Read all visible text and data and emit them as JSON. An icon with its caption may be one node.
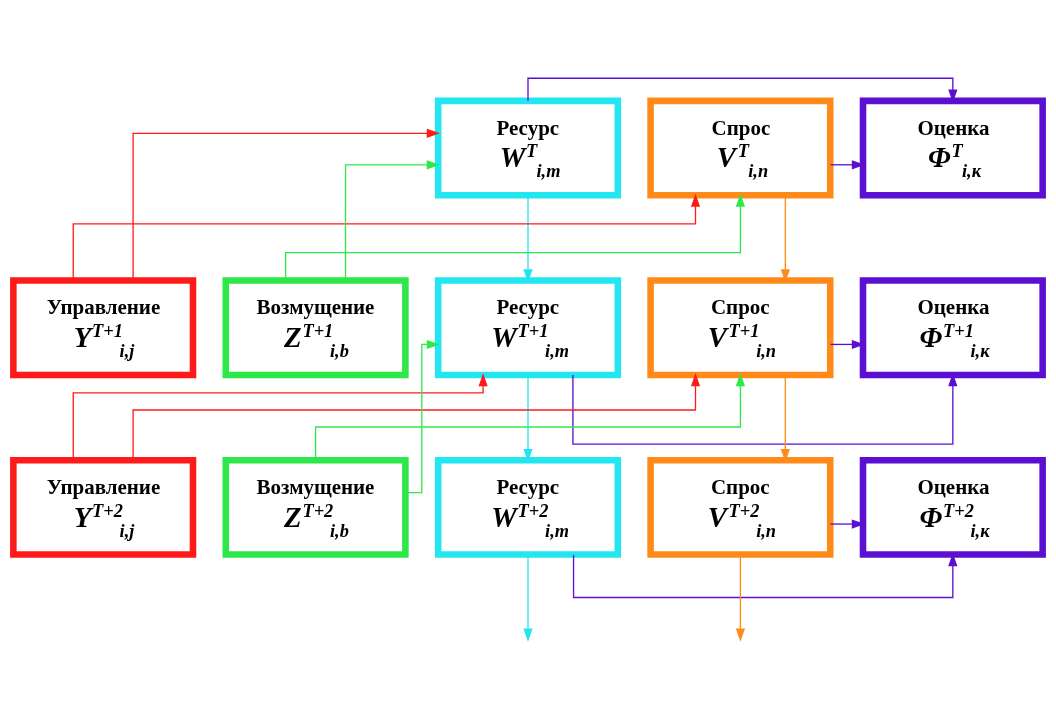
{
  "diagram": {
    "nodes": [
      {
        "text": [
          "Ресурс",
          "W$^{T}$$_{i,m}$"
        ]
      },
      {
        "text": [
          "Спрос",
          "V$^{T}$$_{i,n}$"
        ]
      },
      {
        "text": [
          "Оценка",
          "Φ$^{T}$$_{i,к}$"
        ]
      },
      {
        "text": [
          "Управление",
          "Y$^{T+1}$$_{i,j}$"
        ]
      },
      {
        "text": [
          "Возмущение",
          "Z$^{T+1}$$_{i,b}$"
        ]
      },
      {
        "text": [
          "Ресурс",
          "W$^{T+1}$$_{i,m}$"
        ]
      },
      {
        "text": [
          "Спрос",
          "V$^{T+1}$$_{i,n}$"
        ]
      },
      {
        "text": [
          "Оценка",
          "Φ$^{T+1}$$_{i,к}$"
        ]
      },
      {
        "text": [
          "Управление",
          "Y$^{T+2}$$_{i,j}$"
        ]
      },
      {
        "text": [
          "Возмущение",
          "Z$^{T+2}$$_{i,b}$"
        ]
      },
      {
        "text": [
          "Ресурс",
          "W$^{T+2}$$_{i,m}$"
        ]
      },
      {
        "text": [
          "Спрос",
          "V$^{T+2}$$_{i,n}$"
        ]
      },
      {
        "text": [
          "Оценка",
          "Φ$^{T+2}$$_{i,к}$"
        ]
      }
    ],
    "edges": [
      {
        "from": 0,
        "to": 2,
        "arrow": "to",
        "color": "#5b0fd0"
      },
      {
        "from": 1,
        "to": 2,
        "arrow": "to",
        "color": "#5b0fd0"
      },
      {
        "from": 3,
        "to": 0,
        "arrow": "to",
        "color": "#ff1a1a"
      },
      {
        "from": 3,
        "to": 1,
        "arrow": "to",
        "color": "#ff1a1a"
      },
      {
        "from": 4,
        "to": 0,
        "arrow": "to",
        "color": "#2ee84a"
      },
      {
        "from": 4,
        "to": 1,
        "arrow": "to",
        "color": "#2ee84a"
      },
      {
        "from": 0,
        "to": 5,
        "arrow": "to",
        "color": "#22e6f0"
      },
      {
        "from": 1,
        "to": 6,
        "arrow": "to",
        "color": "#ff8a1a"
      },
      {
        "from": 5,
        "to": 7,
        "arrow": "to",
        "color": "#5b0fd0"
      },
      {
        "from": 6,
        "to": 7,
        "arrow": "to",
        "color": "#5b0fd0"
      },
      {
        "from": 8,
        "to": 5,
        "arrow": "to",
        "color": "#ff1a1a"
      },
      {
        "from": 8,
        "to": 6,
        "arrow": "to",
        "color": "#ff1a1a"
      },
      {
        "from": 9,
        "to": 5,
        "arrow": "to",
        "color": "#2ee84a"
      },
      {
        "from": 9,
        "to": 6,
        "arrow": "to",
        "color": "#2ee84a"
      },
      {
        "from": 5,
        "to": 10,
        "arrow": "to",
        "color": "#22e6f0"
      },
      {
        "from": 6,
        "to": 11,
        "arrow": "to",
        "color": "#ff8a1a"
      },
      {
        "from": 10,
        "to": 12,
        "arrow": "to",
        "color": "#5b0fd0"
      },
      {
        "from": 11,
        "to": 12,
        "arrow": "to",
        "color": "#5b0fd0"
      },
      {
        "from": 10,
        "to": null,
        "arrow": "to",
        "color": "#22e6f0"
      },
      {
        "from": 11,
        "to": null,
        "arrow": "to",
        "color": "#ff8a1a"
      }
    ]
  }
}
